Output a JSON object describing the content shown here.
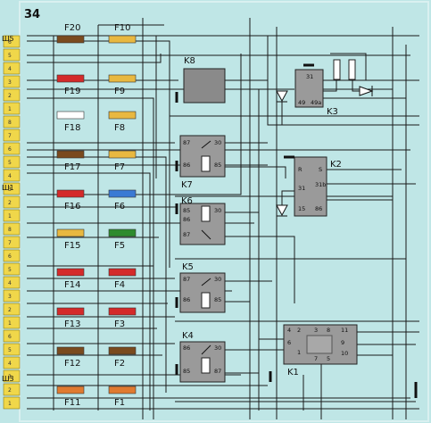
{
  "page_number": "34",
  "connectors": [
    {
      "id": "sh5",
      "label": "Ш5"
    },
    {
      "id": "sh1",
      "label": "Ш1"
    },
    {
      "id": "sh3",
      "label": "Ш3"
    }
  ],
  "left_pins": [
    "6",
    "5",
    "4",
    "3",
    "2",
    "1",
    "8",
    "7",
    "6",
    "5",
    "4",
    "3",
    "2",
    "1",
    "8",
    "7",
    "6",
    "5",
    "4",
    "3",
    "2",
    "1",
    "6",
    "5",
    "4",
    "3",
    "2",
    "1"
  ],
  "fuses_left": [
    {
      "label": "F20",
      "color": "#7a4a1e"
    },
    {
      "label": "F19",
      "color": "#d42a2a"
    },
    {
      "label": "F18",
      "color": "#ffffff"
    },
    {
      "label": "F17",
      "color": "#7a4a1e"
    },
    {
      "label": "F16",
      "color": "#d42a2a"
    },
    {
      "label": "F15",
      "color": "#e8b840"
    },
    {
      "label": "F14",
      "color": "#d42a2a"
    },
    {
      "label": "F13",
      "color": "#d42a2a"
    },
    {
      "label": "F12",
      "color": "#7a4a1e"
    },
    {
      "label": "F11",
      "color": "#e07a30"
    }
  ],
  "fuses_right": [
    {
      "label": "F10",
      "color": "#e8b840"
    },
    {
      "label": "F9",
      "color": "#e8b840"
    },
    {
      "label": "F8",
      "color": "#e8b840"
    },
    {
      "label": "F7",
      "color": "#e8b840"
    },
    {
      "label": "F6",
      "color": "#3a7ad4"
    },
    {
      "label": "F5",
      "color": "#2e8b2e"
    },
    {
      "label": "F4",
      "color": "#d42a2a"
    },
    {
      "label": "F3",
      "color": "#d42a2a"
    },
    {
      "label": "F2",
      "color": "#7a4a1e"
    },
    {
      "label": "F1",
      "color": "#e07a30"
    }
  ],
  "relays": {
    "k8": {
      "label": "K8"
    },
    "k7": {
      "label": "K7",
      "pins": [
        "87",
        "30",
        "86",
        "85"
      ]
    },
    "k6": {
      "label": "K6",
      "pins": [
        "85",
        "30",
        "86",
        "87"
      ]
    },
    "k5": {
      "label": "K5",
      "pins": [
        "87",
        "30",
        "86",
        "85"
      ]
    },
    "k4": {
      "label": "K4",
      "pins": [
        "86",
        "30",
        "85",
        "87"
      ]
    },
    "k3": {
      "label": "K3",
      "pins": [
        "31",
        "49",
        "49a"
      ]
    },
    "k2": {
      "label": "K2",
      "pins": [
        "R",
        "S",
        "31",
        "31b",
        "15",
        "86"
      ]
    },
    "k1": {
      "label": "K1",
      "pins": [
        "4",
        "2",
        "3",
        "8",
        "11",
        "6",
        "9",
        "1",
        "7",
        "5",
        "10"
      ]
    }
  }
}
